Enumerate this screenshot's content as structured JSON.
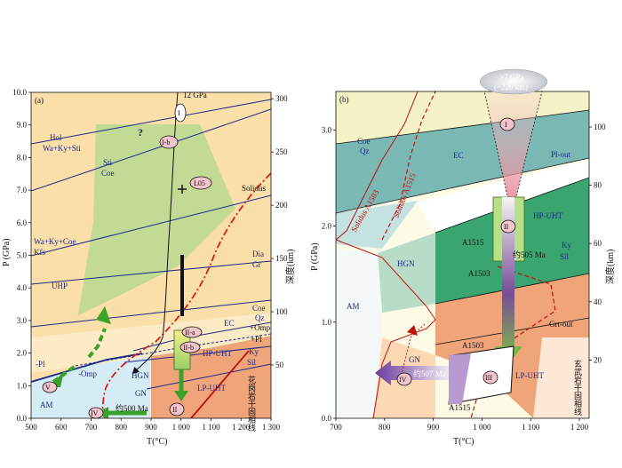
{
  "panel_a": {
    "tag": "(a)",
    "xlabel": "T(°C)",
    "ylabel": "P (GPa)",
    "y2label": "深度(km)",
    "x_ticks": [
      "500",
      "600",
      "700",
      "800",
      "900",
      "1 000",
      "1 100",
      "1 200",
      "1 300"
    ],
    "y_ticks": [
      "0.0",
      "1.0",
      "2.0",
      "3.0",
      "4.0",
      "5.0",
      "6.0",
      "7.0",
      "8.0",
      "9.0",
      "10.0"
    ],
    "y2_ticks": [
      "50",
      "100",
      "150",
      "200",
      "250",
      "300"
    ],
    "top_label": "12 GPa",
    "reaction_labels": {
      "hol": "Hol",
      "wa_ky_sti": "Wa+Ky+Sti",
      "sti": "Sti",
      "coe_upper": "Coe",
      "wa_ky_coe": "Wa+Ky+Coe",
      "kfs": "Kfs",
      "dia": "Dia",
      "gr": "Gr",
      "coe": "Coe",
      "qz": "Qz",
      "omp_pos": "+Omp",
      "omp_neg": "-Omp",
      "pl_pos": "+Pl",
      "pl_neg": "-Pl",
      "ky": "Ky",
      "sil": "Sil",
      "minus_pl": "-Pl"
    },
    "zone_labels": {
      "uhp": "UHP",
      "ec": "EC",
      "hp_uht": "HP-UHT",
      "hgn": "HGN",
      "gn": "GN",
      "lp_uht": "LP-UHT",
      "am": "AM"
    },
    "solidus": "Solidus",
    "question": "?",
    "stages": [
      "I",
      "I-b",
      "II-a",
      "II-b",
      "II",
      "IV",
      "V"
    ],
    "l05": "L05",
    "age": "约500 Ma",
    "granite_line": "花岗岩干固相线"
  },
  "panel_b": {
    "tag": "(b)",
    "xlabel": "T(°C)",
    "ylabel": "P (GPa)",
    "y2label": "深度(km)",
    "x_ticks": [
      "700",
      "800",
      "900",
      "1 000",
      "1 100",
      "1 200"
    ],
    "y_ticks": [
      "0.0",
      "1.0",
      "2.0",
      "3.0"
    ],
    "y2_ticks": [
      "20",
      "40",
      "60",
      "80",
      "100"
    ],
    "cloud_line1": ">7 GPa",
    "cloud_line2": "(~220 km)",
    "reaction_labels": {
      "coe": "Coe",
      "qz": "Qz",
      "pl_out": "Pl-out",
      "ky": "Ky",
      "sil": "Sil",
      "grt_out": "Grt-out"
    },
    "zone_labels": {
      "ec": "EC",
      "hp_uht": "HP-UHT",
      "hgn": "HGN",
      "am": "AM",
      "gn": "GN",
      "lp_uht": "LP-UHT"
    },
    "solidus_1": "Solidus A1503",
    "solidus_2": "Solidus A1515",
    "sample_labels": [
      "A1515",
      "A1503",
      "A1503",
      "A1515"
    ],
    "ages": [
      "约505 Ma",
      "约507 Ma"
    ],
    "stages": [
      "I",
      "II",
      "III",
      "IV"
    ],
    "basalt_line": "玄武岩干固相线"
  }
}
